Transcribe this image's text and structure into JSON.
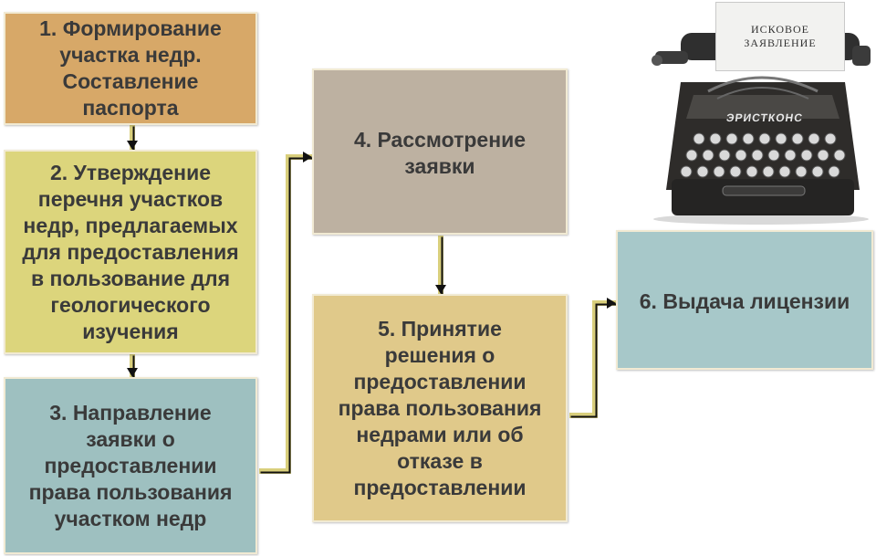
{
  "steps": {
    "s1": {
      "text": "1. Формирование\nучастка недр.\nСоставление\nпаспорта",
      "color": "#d7a868"
    },
    "s2": {
      "text": "2. Утверждение\nперечня участков\nнедр, предлагаемых\nдля предоставления\nв пользование для\nгеологического\nизучения",
      "color": "#dcd57c"
    },
    "s3": {
      "text": "3. Направление\nзаявки о\nпредоставлении\nправа пользования\nучастком недр",
      "color": "#9ec0c0"
    },
    "s4": {
      "text": "4. Рассмотрение\nзаявки",
      "color": "#bdb1a1"
    },
    "s5": {
      "text": "5. Принятие\nрешения о\nпредоставлении\nправа пользования\nнедрами или об\nотказе в\nпредоставлении",
      "color": "#e0c98a"
    },
    "s6": {
      "text": "6. Выдача лицензии",
      "color": "#a7c8c9"
    }
  },
  "typewriter": {
    "paper_line1": "ИСКОВОЕ",
    "paper_line2": "ЗАЯВЛЕНИЕ",
    "brand": "ЭРИСТКОНС"
  },
  "arrow_color": "#d9cf7c"
}
